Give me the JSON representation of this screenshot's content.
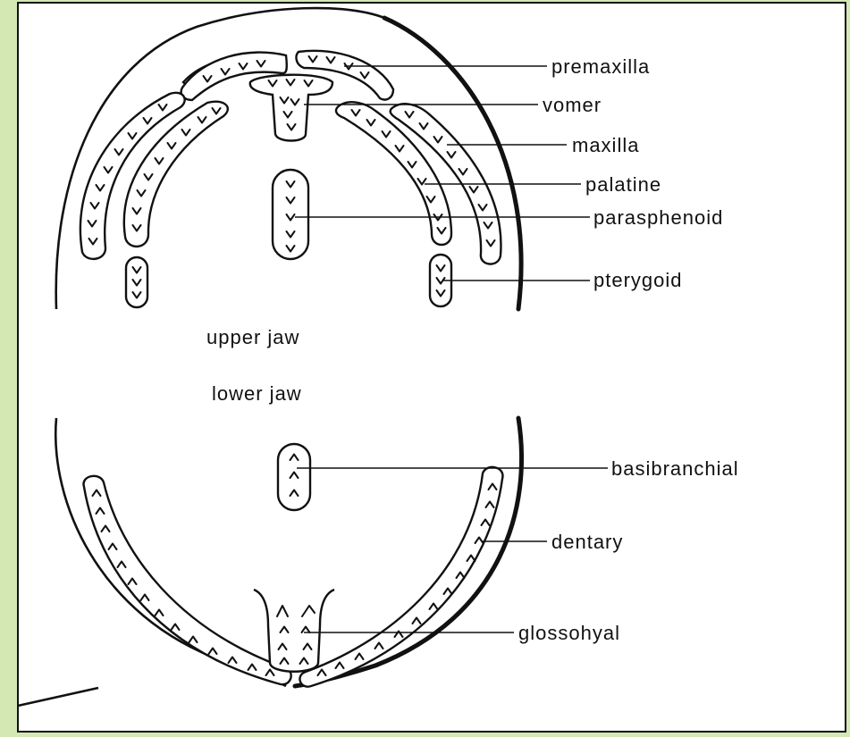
{
  "labels": {
    "premaxilla": "premaxilla",
    "vomer": "vomer",
    "maxilla": "maxilla",
    "palatine": "palatine",
    "parasphenoid": "parasphenoid",
    "pterygoid": "pterygoid",
    "upper_jaw": "upper jaw",
    "lower_jaw": "lower jaw",
    "basibranchial": "basibranchial",
    "dentary": "dentary",
    "glossohyal": "glossohyal"
  }
}
